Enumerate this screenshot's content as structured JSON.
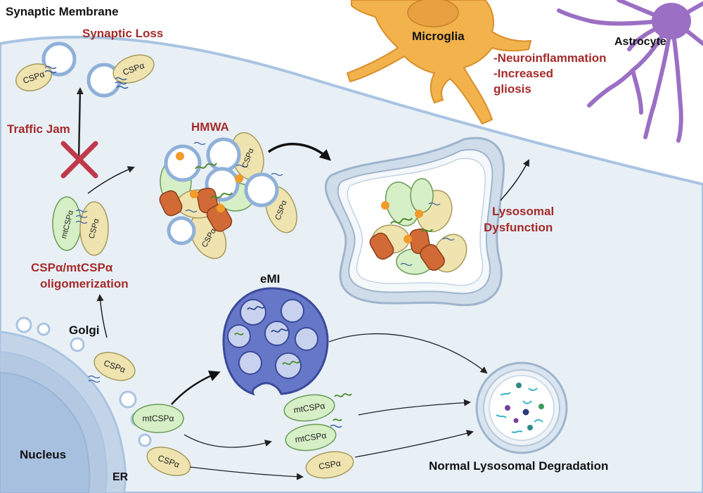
{
  "title": "Synaptic Membrane",
  "labels": {
    "synaptic_loss": "Synaptic Loss",
    "traffic_jam": "Traffic Jam",
    "hmwa": "HMWA",
    "microglia": "Microglia",
    "astrocyte": "Astrocyte",
    "neuroinflammation": "-Neuroinflammation",
    "increased": "-Increased",
    "gliosis": "gliosis",
    "lysosomal": "Lysosomal",
    "dysfunction": "Dysfunction",
    "oligo_line1": "CSPα/mtCSPα",
    "oligo_line2": "oligomerization",
    "emi": "eMI",
    "golgi": "Golgi",
    "nucleus": "Nucleus",
    "er": "ER",
    "normal_degradation": "Normal Lysosomal Degradation"
  },
  "proteins": {
    "cspa": "CSPα",
    "mtcspa": "mtCSPα"
  },
  "colors": {
    "membrane": "#a9c4e2",
    "cell_fill": "#e8f0f6",
    "title_red": "#a52a2a",
    "cspa_fill": "#efe3b0",
    "mtcspa_fill": "#d6efc6",
    "microglia": "#f2b24c",
    "astrocyte": "#9b6fc4",
    "emi_fill": "#6677c8",
    "x_mark": "#c0394b"
  }
}
